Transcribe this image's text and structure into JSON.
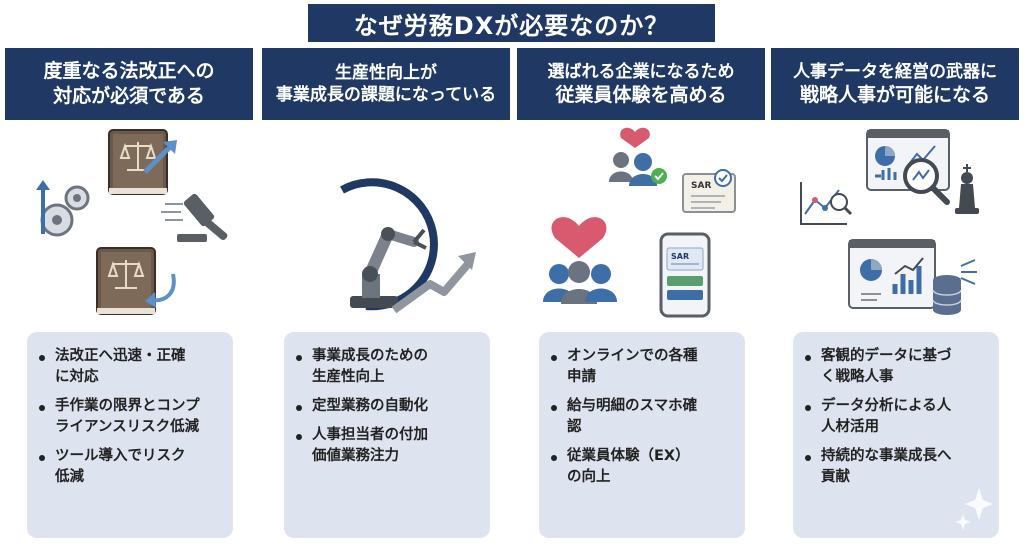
{
  "title": "なぜ労務DXが必要なのか？",
  "columns": [
    {
      "header": [
        "度重なる法改正への",
        "対応が必須である"
      ],
      "bullets": [
        [
          "法改正へ迅速・正確",
          "に対応"
        ],
        [
          "手作業の限界とコンプ",
          "ライアンスリスク低減"
        ],
        [
          "ツール導入でリスク",
          "低減"
        ]
      ]
    },
    {
      "header": [
        "生産性向上が",
        "事業成長の課題になっている"
      ],
      "bullets": [
        [
          "事業成長のための",
          "生産性向上"
        ],
        [
          "定型業務の自動化"
        ],
        [
          "人事担当者の付加",
          "価値業務注力"
        ]
      ]
    },
    {
      "header": [
        "選ばれる企業になるため",
        "従業員体験を高める"
      ],
      "bullets": [
        [
          "オンラインでの各種",
          "申請"
        ],
        [
          "給与明細のスマホ確",
          "認"
        ],
        [
          "従業員体験（EX）",
          "の向上"
        ]
      ]
    },
    {
      "header": [
        "人事データを経営の武器に",
        "戦略人事が可能になる"
      ],
      "bullets": [
        [
          "客観的データに基づ",
          "く戦略人事"
        ],
        [
          "データ分析による人",
          "人材活用"
        ],
        [
          "持続的な事業成長へ",
          "貢献"
        ]
      ]
    }
  ],
  "illus_text": {
    "sar_doc": "SAR",
    "sar_phone": "SAR"
  },
  "colors": {
    "navy": "#1f3864",
    "panel": "#dde4ef",
    "heart": "#d9596e",
    "green": "#4caf50",
    "blue_icon": "#3e6ea8"
  }
}
